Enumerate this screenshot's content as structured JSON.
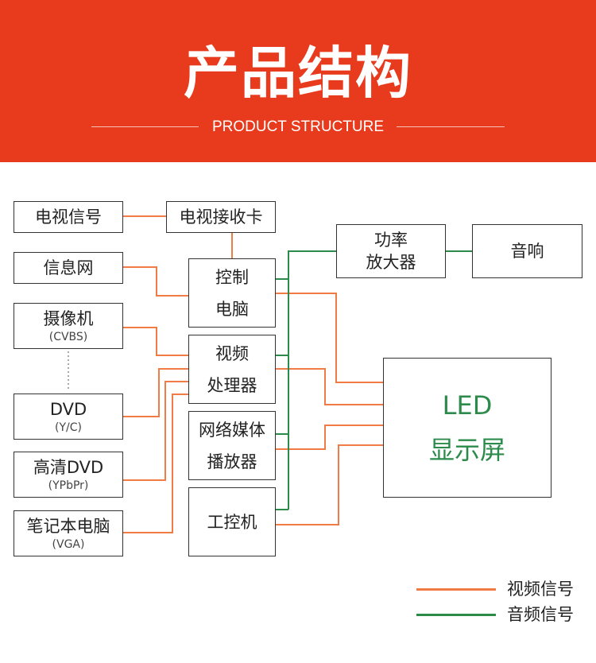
{
  "header": {
    "title": "产品结构",
    "subtitle": "PRODUCT STRUCTURE"
  },
  "colors": {
    "header_bg": "#e83b1d",
    "video_wire": "#f07b45",
    "audio_wire": "#2c8b4b",
    "led_text": "#2c8b4b"
  },
  "nodes": {
    "tv_signal": {
      "label": "电视信号"
    },
    "tv_receiver_card": {
      "label": "电视接收卡"
    },
    "info_network": {
      "label": "信息网"
    },
    "camera": {
      "label": "摄像机",
      "sub": "(CVBS)"
    },
    "dvd": {
      "label": "DVD",
      "sub": "(Y/C)"
    },
    "hd_dvd": {
      "label": "高清DVD",
      "sub": "(YPbPr)"
    },
    "laptop": {
      "label": "笔记本电脑",
      "sub": "(VGA)"
    },
    "control_pc": {
      "line1": "控制",
      "line2": "电脑"
    },
    "video_processor": {
      "line1": "视频",
      "line2": "处理器"
    },
    "network_media_player": {
      "line1": "网络媒体",
      "line2": "播放器"
    },
    "industrial_pc": {
      "label": "工控机"
    },
    "power_amplifier": {
      "line1": "功率",
      "line2": "放大器"
    },
    "speaker": {
      "label": "音响"
    },
    "led_display": {
      "line1": "LED",
      "line2": "显示屏"
    }
  },
  "legend": [
    {
      "label": "视频信号",
      "color": "#f07b45"
    },
    {
      "label": "音频信号",
      "color": "#2c8b4b"
    }
  ]
}
